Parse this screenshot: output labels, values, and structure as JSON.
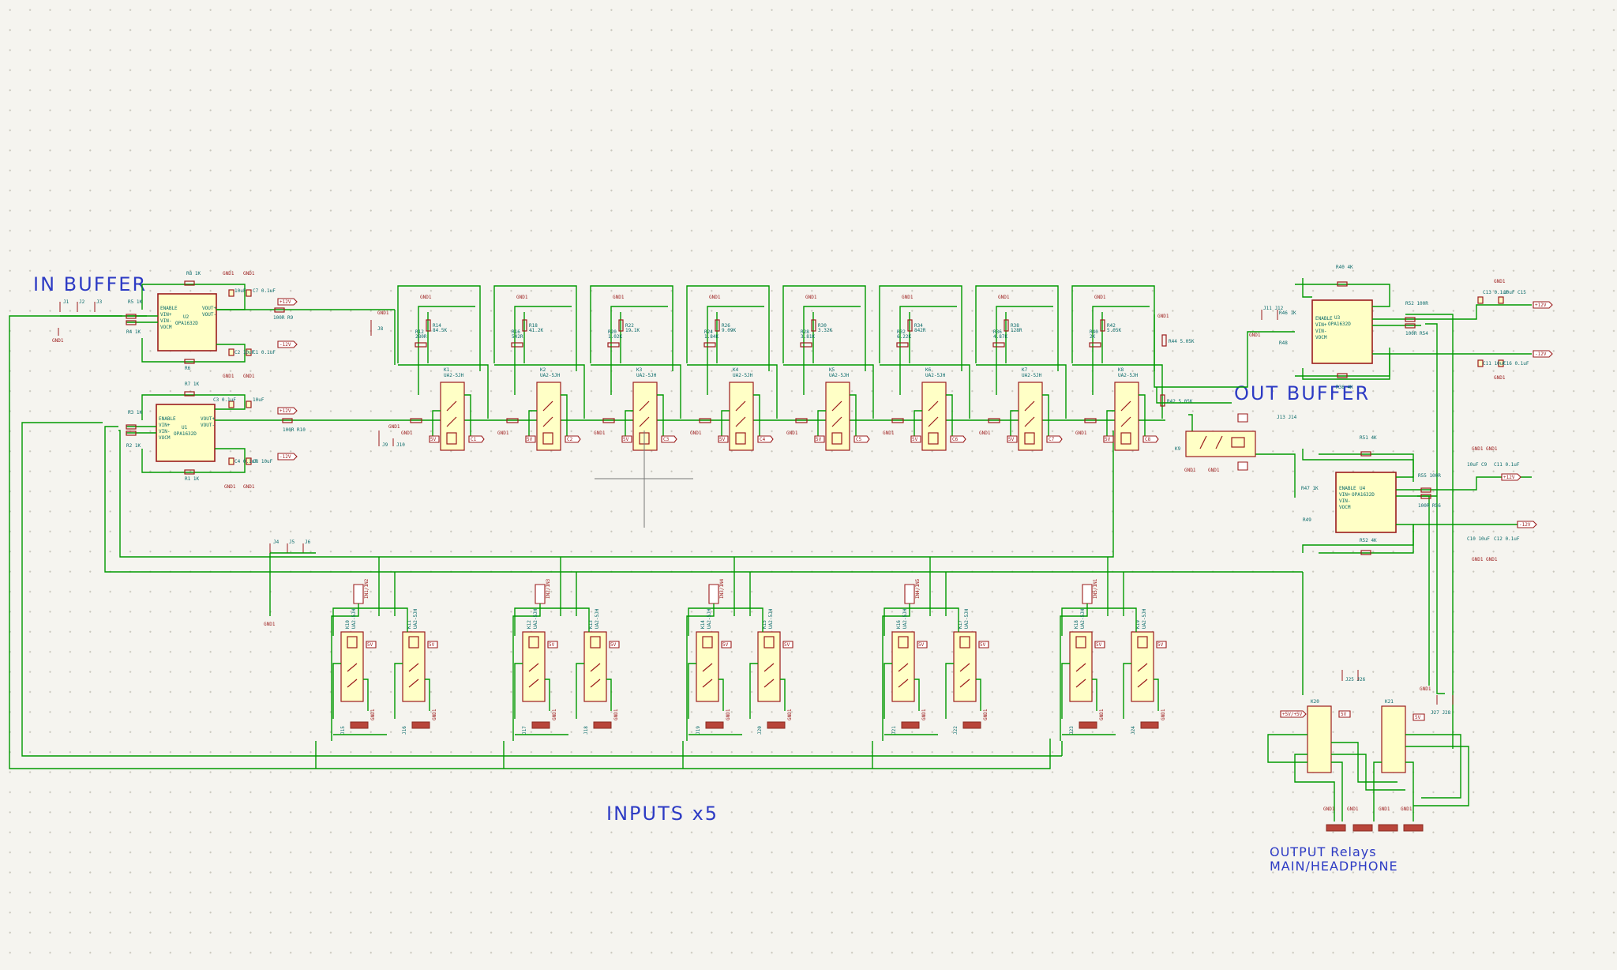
{
  "sections": {
    "in_buffer": "IN BUFFER",
    "out_buffer": "OUT BUFFER",
    "inputs": "INPUTS x5",
    "output_relays_1": "OUTPUT Relays",
    "output_relays_2": "MAIN/HEADPHONE"
  },
  "power": {
    "pos": "+12V",
    "neg": "-12V",
    "gnd": "GND1",
    "v5": "5V"
  },
  "in_buffer": {
    "opamp_top": "OPA1632D",
    "opamp_bottom": "OPA1632D",
    "ref_top": "U2",
    "ref_bottom": "U1",
    "cap_labels": [
      "C7 0.1uF",
      "C5 10uF",
      "C2 10uF",
      "C1 0.1uF",
      "C3 0.1uF",
      "C6",
      "C4 0.1uF",
      "C8 10uF"
    ],
    "res_labels": [
      "R8 1K",
      "R5 1K",
      "R4 1K",
      "R6",
      "R7 1K",
      "R2 1K",
      "R1 1K",
      "R3",
      "100R R9",
      "100R R10"
    ]
  },
  "attenuator": {
    "relays": [
      "K1",
      "K2",
      "K3",
      "K4",
      "K5",
      "K6",
      "K7",
      "K8"
    ],
    "relay_type": "UA2-5JH",
    "series_res": [
      "280R",
      "542R",
      "1.02K",
      "1.84K",
      "3.81K",
      "6.22K",
      "4.87K",
      "2K"
    ],
    "shunt_res": [
      "84.5K",
      "41.2K",
      "19.1K",
      "9.09K",
      "3.32K",
      "842R",
      "128R",
      "5.05K"
    ],
    "ctrl_labels": [
      "C1",
      "C2",
      "C3",
      "C4",
      "C5",
      "C6",
      "C7",
      "C8"
    ]
  },
  "out_buffer": {
    "opamp_top": "OPA1632D",
    "opamp_bottom": "OPA1632D",
    "ref_top": "U3",
    "ref_bottom": "U4",
    "relay_ref": "K9"
  },
  "inputs": {
    "relays": [
      "K10",
      "K11",
      "K12",
      "K13",
      "K14",
      "K15",
      "K16",
      "K17",
      "K18",
      "K19"
    ],
    "nets": [
      "IN1/IN2",
      "IN2/IN3",
      "IN3/IN4",
      "IN4/IN5",
      "IN5/IN1"
    ],
    "connectors": [
      "J15",
      "J16",
      "J17",
      "J18",
      "J19",
      "J20",
      "J21",
      "J22",
      "J23",
      "J24"
    ]
  },
  "outputs": {
    "relays": [
      "K20",
      "K21"
    ],
    "connectors": [
      "J25",
      "J26",
      "J27",
      "J28"
    ]
  }
}
